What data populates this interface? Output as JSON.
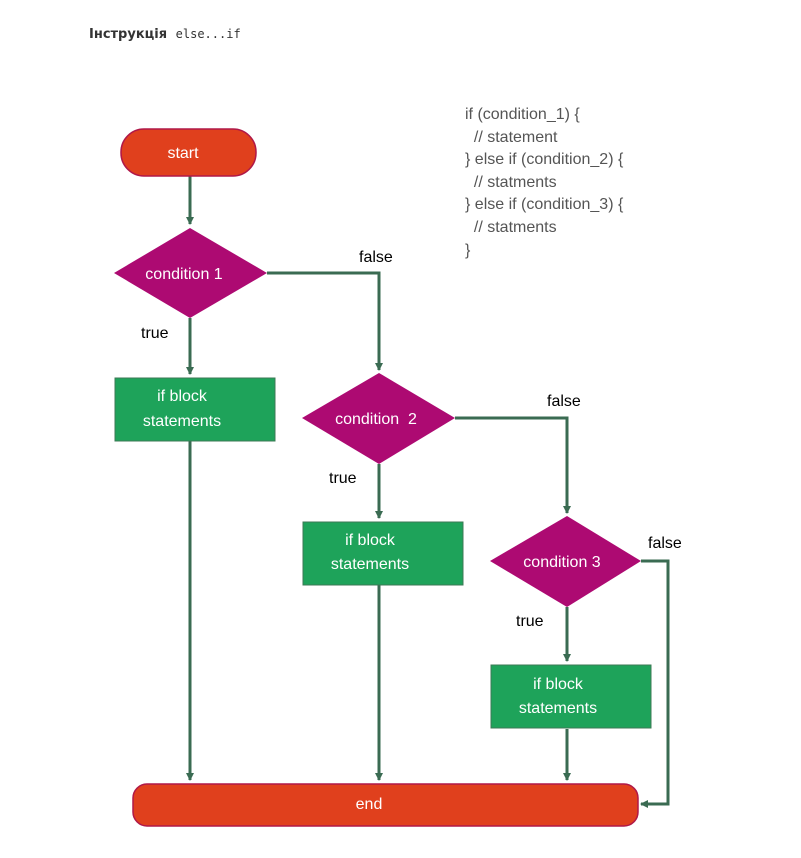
{
  "heading": {
    "label": "Інструкція",
    "code": "else...if"
  },
  "code_lines": [
    "if (condition_1) {",
    "  // statement",
    "} else if (condition_2) {",
    "  // statments",
    "} else if (condition_3) {",
    "  // statments",
    "}"
  ],
  "flow": {
    "start": "start",
    "end": "end",
    "conditions": [
      "condition 1",
      "condition  2",
      "condition 3"
    ],
    "blocks": [
      {
        "line1": "if  block",
        "line2": "statements"
      },
      {
        "line1": "if  block",
        "line2": "statements"
      },
      {
        "line1": "if  block",
        "line2": "statements"
      }
    ],
    "true_label": "true",
    "false_label": "false"
  },
  "colors": {
    "terminal": "#e0401d",
    "terminal_border": "#b01848",
    "decision": "#ad0a72",
    "process": "#1ea35a",
    "process_border": "#3c7a55",
    "arrow": "#3a6b52"
  }
}
